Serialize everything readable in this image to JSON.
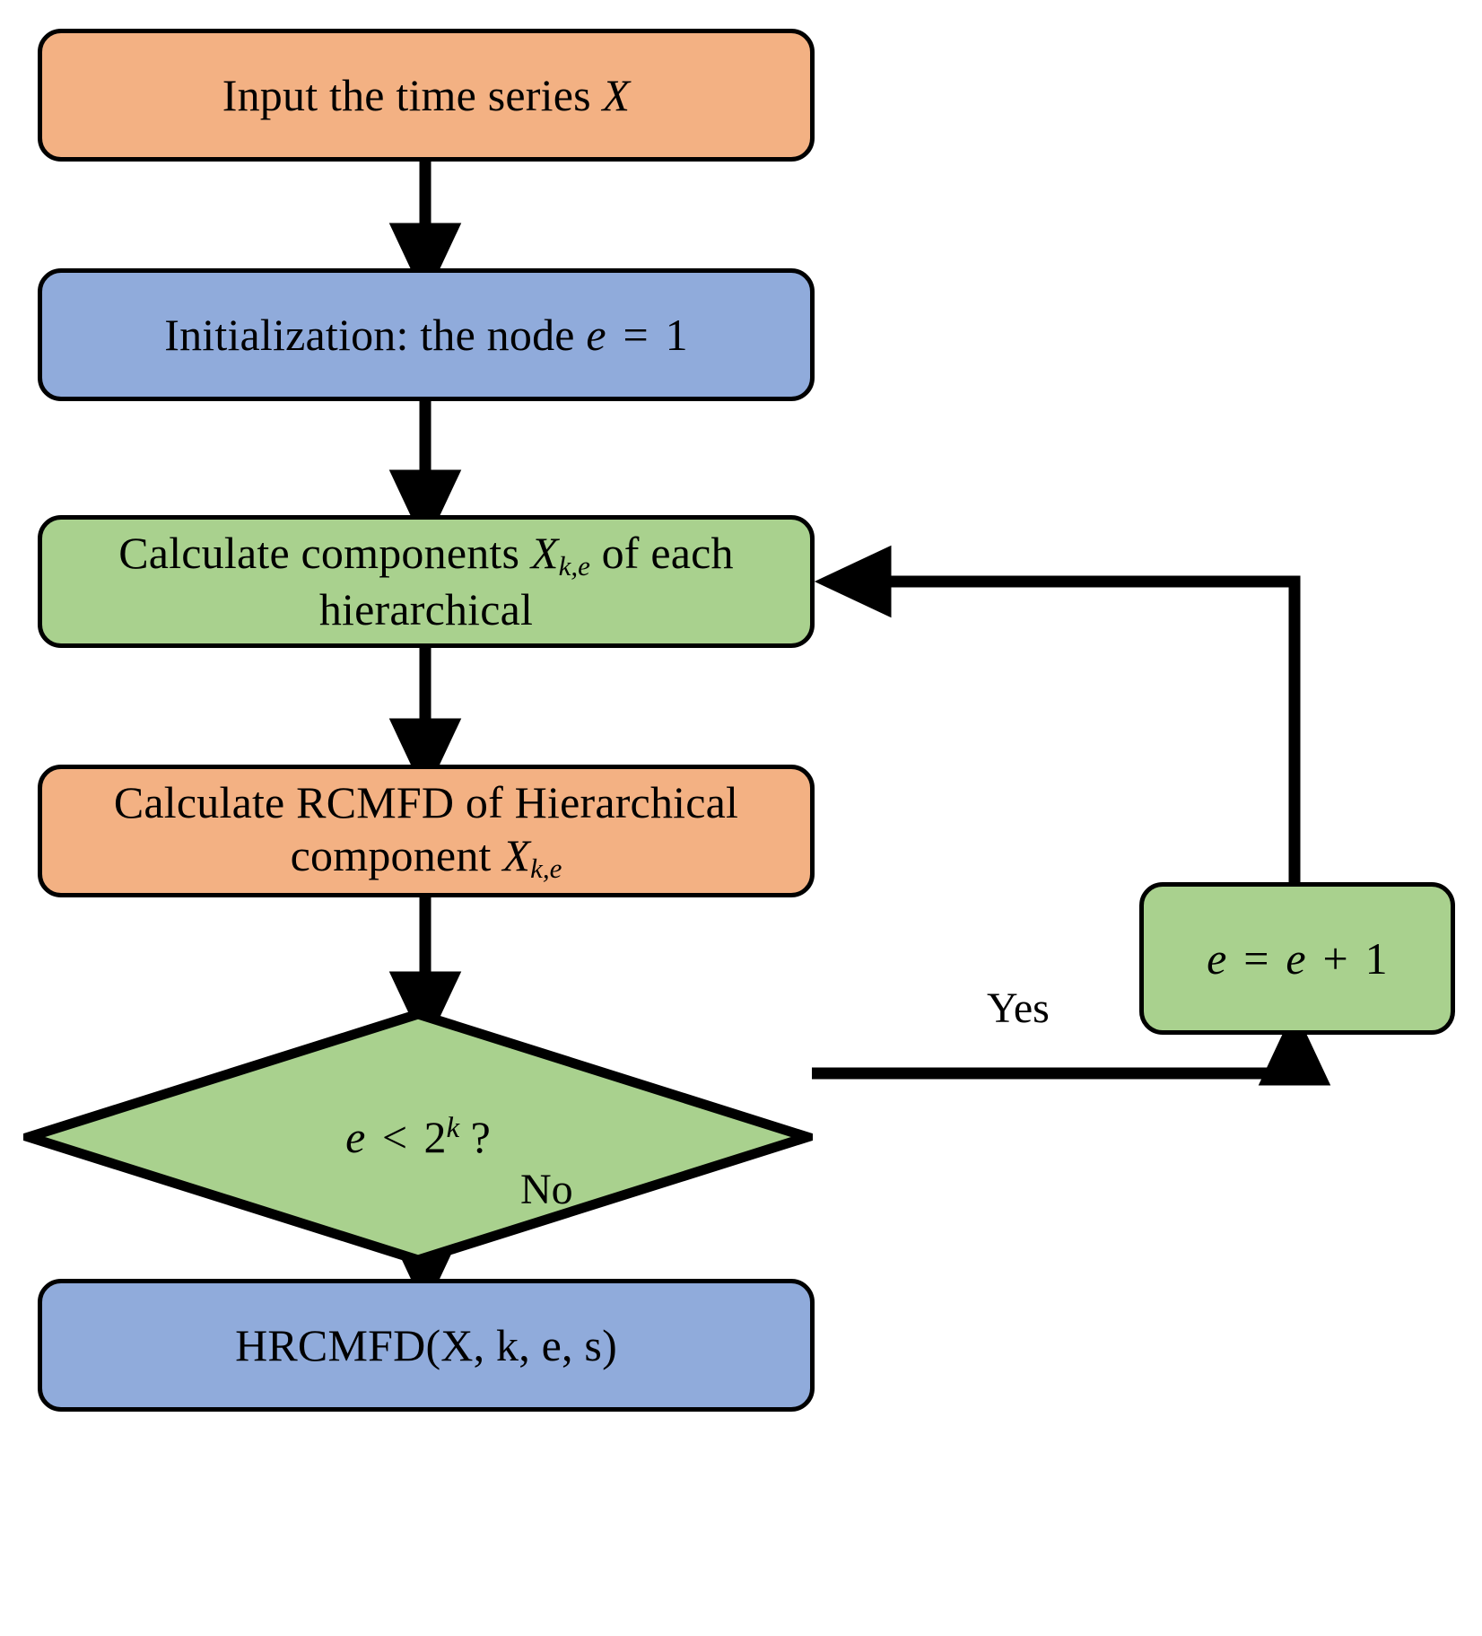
{
  "diagram": {
    "title": "HRCMFD computation flowchart",
    "type": "flowchart",
    "colors": {
      "orange": "#F3B183",
      "blue": "#90ABDB",
      "green": "#A9D18E",
      "stroke": "#000000",
      "background": "#FFFFFF"
    },
    "nodes": [
      {
        "id": "input",
        "shape": "rounded-rectangle",
        "fill": "orange",
        "text_plain": "Input the time series X",
        "lines": [
          [
            {
              "t": "Input the time series ",
              "style": "normal"
            },
            {
              "t": "X",
              "style": "italic"
            }
          ]
        ]
      },
      {
        "id": "init",
        "shape": "rounded-rectangle",
        "fill": "blue",
        "text_plain": "Initialization: the node e = 1",
        "lines": [
          [
            {
              "t": "Initialization: the node ",
              "style": "normal"
            },
            {
              "t": "e",
              "style": "italic"
            },
            {
              "t": " = ",
              "style": "op"
            },
            {
              "t": "1",
              "style": "normal"
            }
          ]
        ]
      },
      {
        "id": "components",
        "shape": "rounded-rectangle",
        "fill": "green",
        "text_plain": "Calculate components X(k,e) of each hierarchical",
        "lines": [
          [
            {
              "t": "Calculate components ",
              "style": "normal"
            },
            {
              "t": "X",
              "style": "italic"
            },
            {
              "t": "k,e",
              "style": "subscript"
            },
            {
              "t": " of each",
              "style": "normal"
            }
          ],
          [
            {
              "t": "hierarchical",
              "style": "normal"
            }
          ]
        ]
      },
      {
        "id": "rcmfd",
        "shape": "rounded-rectangle",
        "fill": "orange",
        "text_plain": "Calculate RCMFD of Hierarchical component X(k,e)",
        "lines": [
          [
            {
              "t": "Calculate RCMFD of Hierarchical",
              "style": "normal"
            }
          ],
          [
            {
              "t": "component ",
              "style": "normal"
            },
            {
              "t": "X",
              "style": "italic"
            },
            {
              "t": "k,e",
              "style": "subscript"
            }
          ]
        ]
      },
      {
        "id": "decision",
        "shape": "diamond",
        "fill": "green",
        "text_plain": "e < 2^k ?",
        "lines": [
          [
            {
              "t": "e",
              "style": "italic"
            },
            {
              "t": " < ",
              "style": "op"
            },
            {
              "t": "2",
              "style": "normal"
            },
            {
              "t": "k",
              "style": "superscript"
            },
            {
              "t": " ?",
              "style": "normal"
            }
          ]
        ]
      },
      {
        "id": "increment",
        "shape": "rounded-rectangle",
        "fill": "green",
        "text_plain": "e = e + 1",
        "lines": [
          [
            {
              "t": "e",
              "style": "italic"
            },
            {
              "t": " = ",
              "style": "op"
            },
            {
              "t": "e",
              "style": "italic"
            },
            {
              "t": " + ",
              "style": "op"
            },
            {
              "t": "1",
              "style": "normal"
            }
          ]
        ]
      },
      {
        "id": "output",
        "shape": "rounded-rectangle",
        "fill": "blue",
        "text_plain": "HRCMFD(X, k, e, s)",
        "lines": [
          [
            {
              "t": "HRCMFD(X, k, e, s)",
              "style": "normal"
            }
          ]
        ]
      }
    ],
    "edge_labels": {
      "yes": "Yes",
      "no": "No"
    },
    "edges": [
      {
        "from": "input",
        "to": "init",
        "label": ""
      },
      {
        "from": "init",
        "to": "components",
        "label": ""
      },
      {
        "from": "components",
        "to": "rcmfd",
        "label": ""
      },
      {
        "from": "rcmfd",
        "to": "decision",
        "label": ""
      },
      {
        "from": "decision",
        "to": "increment",
        "label": "Yes"
      },
      {
        "from": "increment",
        "to": "components",
        "label": ""
      },
      {
        "from": "decision",
        "to": "output",
        "label": "No"
      }
    ]
  }
}
